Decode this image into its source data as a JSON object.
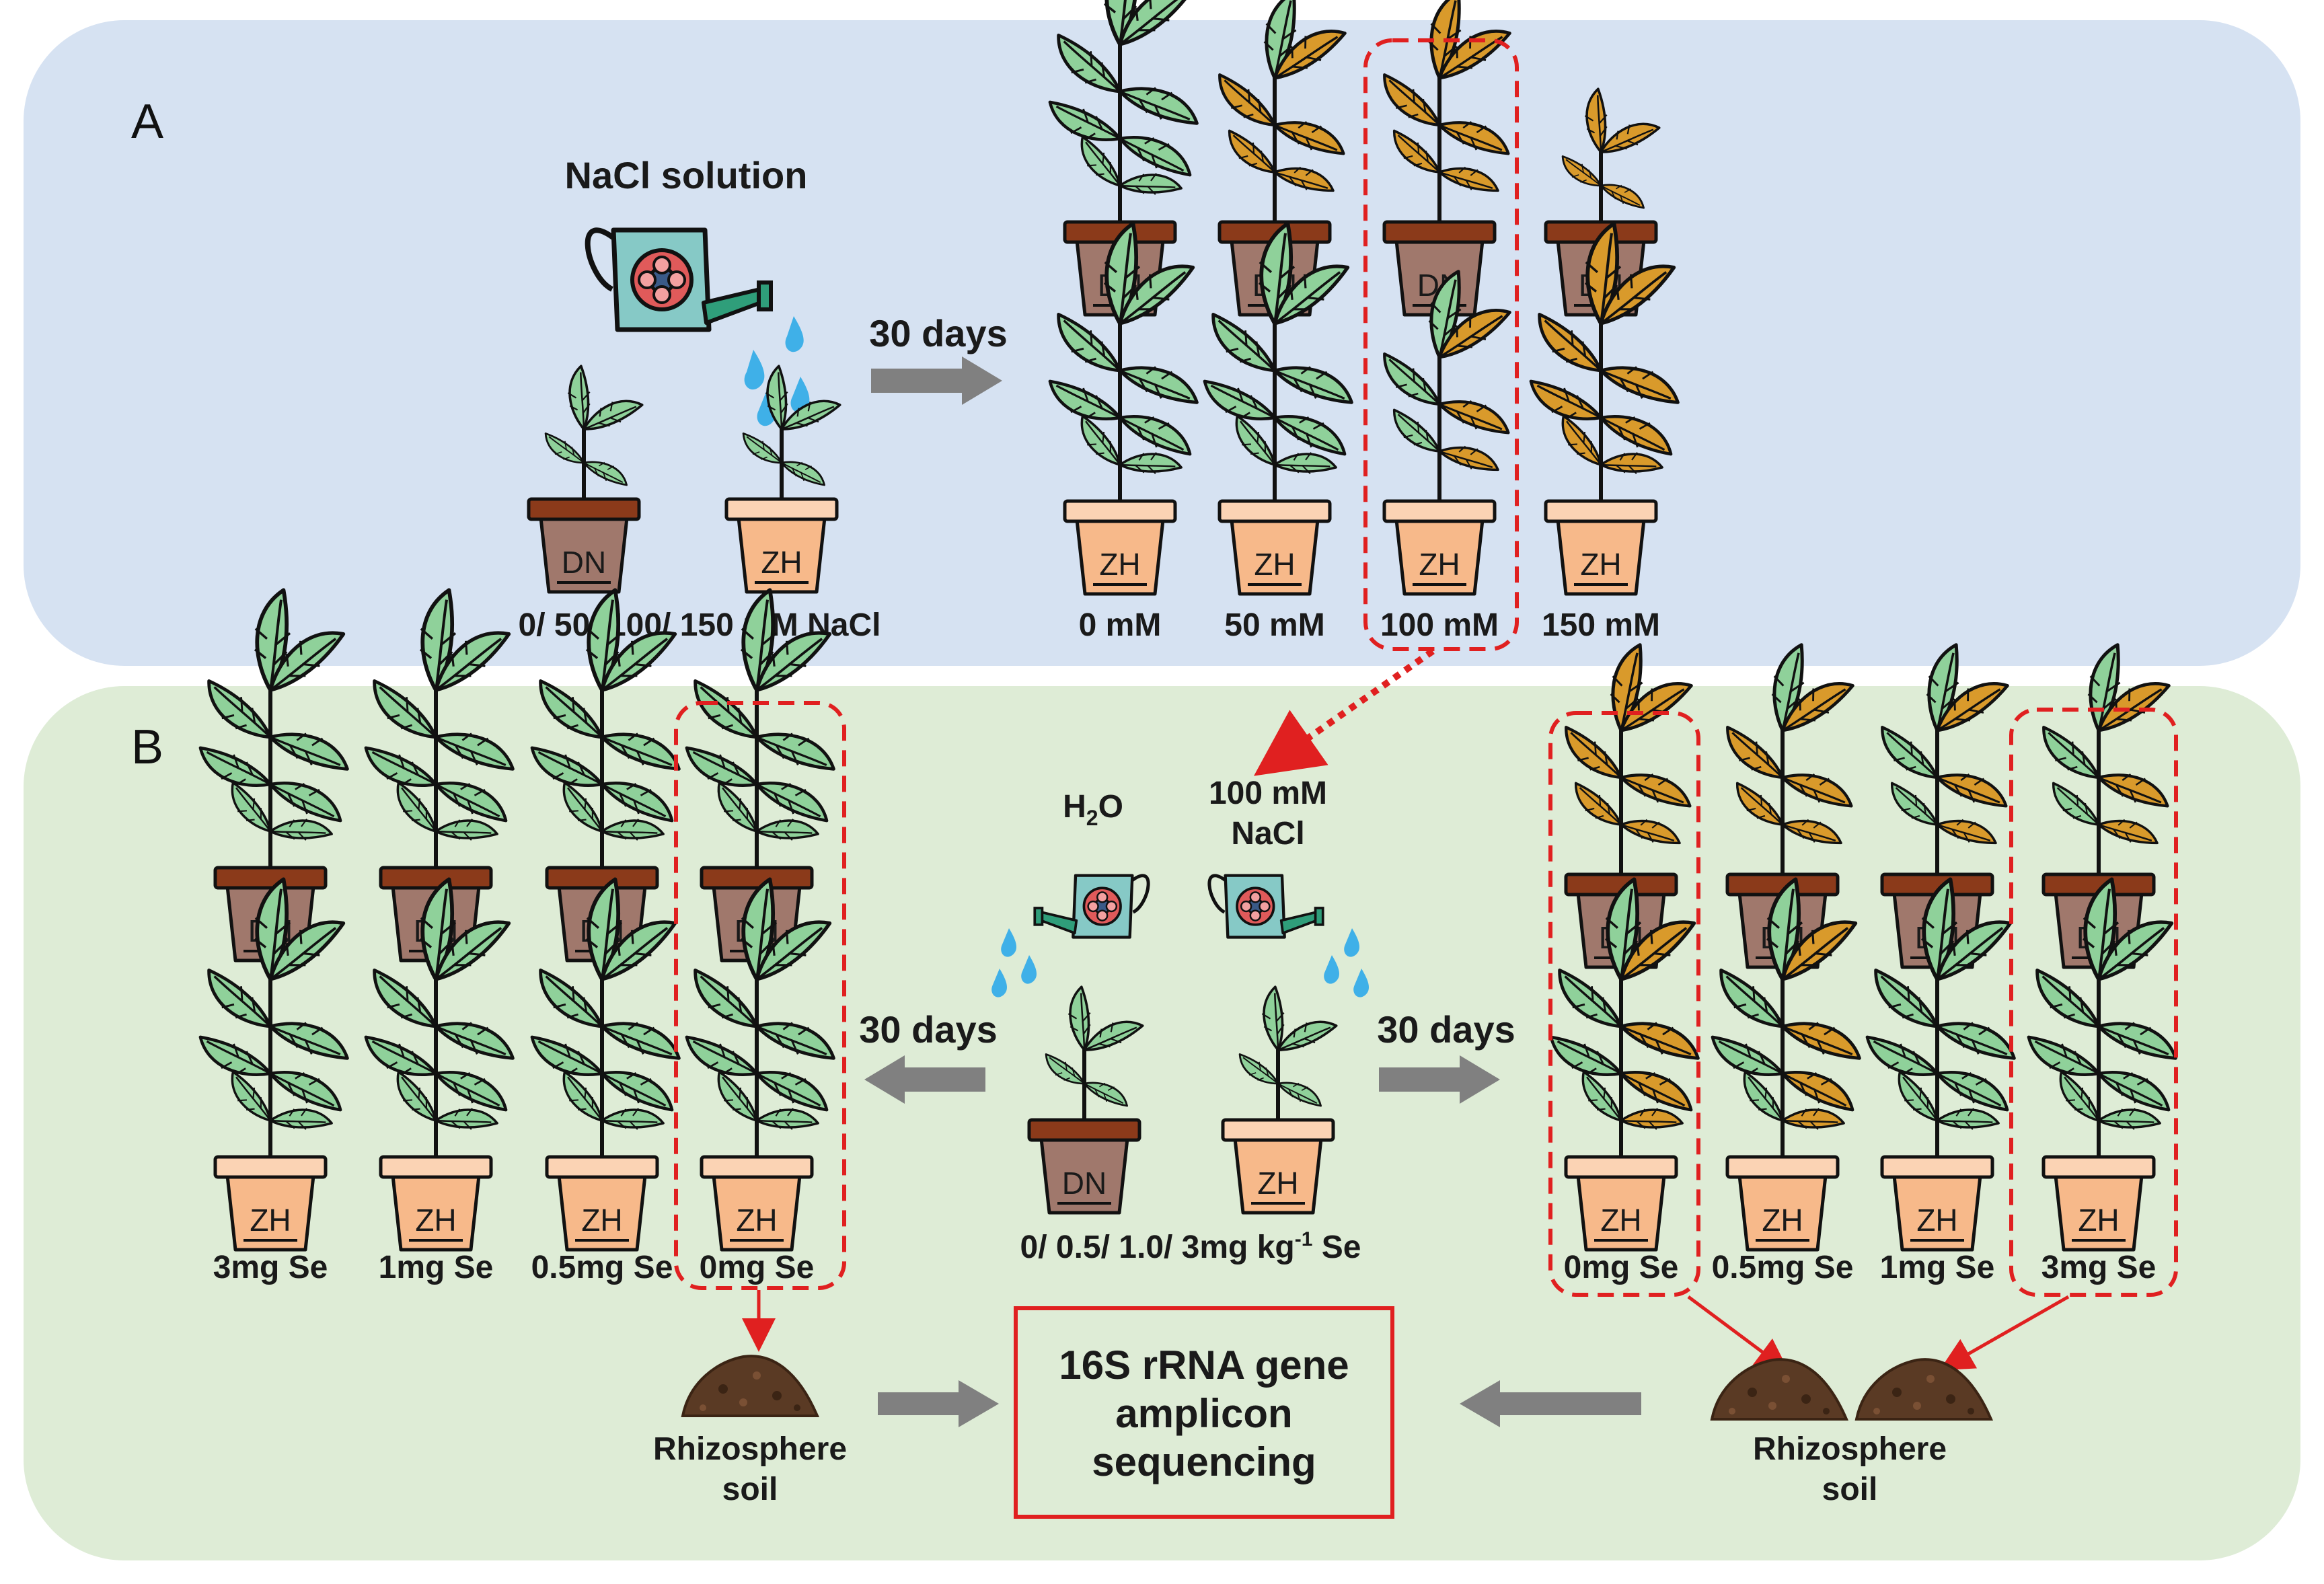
{
  "panel_a": {
    "label": "A",
    "solution_label": "NaCl solution",
    "duration_label": "30 days",
    "initial_pots": [
      "DN",
      "ZH"
    ],
    "treatments_label": "0/ 50/ 100/ 150 mM NaCl",
    "columns": [
      "0 mM",
      "50 mM",
      "100 mM",
      "150 mM"
    ],
    "top_row_pot": "DN",
    "bottom_row_pot": "ZH"
  },
  "panel_b": {
    "label": "B",
    "water_label_main": "H",
    "water_label_sub": "2",
    "water_label_end": "O",
    "nacl_label_line1": "100 mM",
    "nacl_label_line2": "NaCl",
    "left_duration": "30 days",
    "right_duration": "30 days",
    "initial_pots": [
      "DN",
      "ZH"
    ],
    "se_treatments_pre": "0/ 0.5/ 1.0/ 3mg kg",
    "se_treatments_sup": "-1",
    "se_treatments_post": " Se",
    "left_columns": [
      "3mg Se",
      "1mg Se",
      "0.5mg Se",
      "0mg Se"
    ],
    "right_columns": [
      "0mg Se",
      "0.5mg Se",
      "1mg Se",
      "3mg Se"
    ],
    "top_row_pot": "DN",
    "bottom_row_pot": "ZH",
    "soil_left_line1": "Rhizosphere",
    "soil_left_line2": "soil",
    "soil_right_line1": "Rhizosphere",
    "soil_right_line2": "soil",
    "sequencing_line1": "16S rRNA gene",
    "sequencing_line2": "amplicon",
    "sequencing_line3": "sequencing"
  },
  "colors": {
    "panel_a_bg": "#d6e2f2",
    "panel_b_bg": "#deecd6",
    "leaf_green": "#8fd19a",
    "leaf_brown": "#d99a2b",
    "dn_pot": "#a0786c",
    "dn_rim": "#8b3a1a",
    "zh_pot": "#f7b98a",
    "zh_rim": "#fbd3b4",
    "highlight": "#e02020",
    "arrow_grey": "#808080",
    "water_drop": "#3fb0e8",
    "can_body": "#86c9c6"
  }
}
